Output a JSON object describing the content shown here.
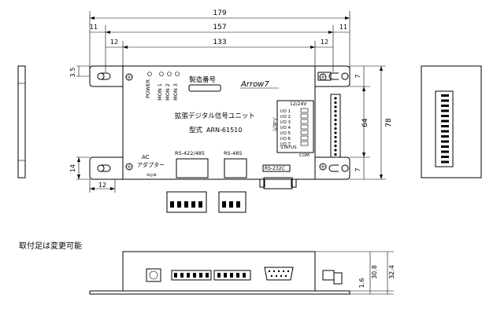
{
  "dimensions": {
    "overall_width": "179",
    "hole_pitch": "157",
    "body_width": "133",
    "left_edge": "11",
    "right_edge": "11",
    "left_margin": "12",
    "right_margin": "12",
    "bottom_hole_offset": "12",
    "top_hole_offset": "3.5",
    "bottom_hole_height": "14",
    "right_top_gap": "7",
    "right_bottom_gap": "7",
    "height_inner": "64",
    "height_outer": "78",
    "side_total_height": "32.4",
    "side_body_height": "30.8",
    "side_base_height": "1.6"
  },
  "panel": {
    "power_label": "POWER",
    "mon1": "MON 1",
    "mon2": "MON 2",
    "mon3": "MON 3",
    "serial_label": "製造番号",
    "logo": "Arrow7",
    "product_name": "拡張デジタル信号ユニット",
    "model_prefix": "型式",
    "model": "ARN-61510",
    "ac_label": "AC",
    "adapter_label": "アダプター",
    "polarity": "⊖◎⊕",
    "rs422_label": "RS-422/485",
    "rs485_label": "RS-485",
    "rs232_label": "RS-232C",
    "io_header": "12/24V",
    "io_vertical": "入出力",
    "io_rows": [
      "1",
      "2",
      "3",
      "4",
      "5",
      "6",
      "7"
    ],
    "io_row_prefix": "I/O",
    "status_label": "STATUS",
    "com_label": "COM"
  },
  "note": "取付足は変更可能"
}
